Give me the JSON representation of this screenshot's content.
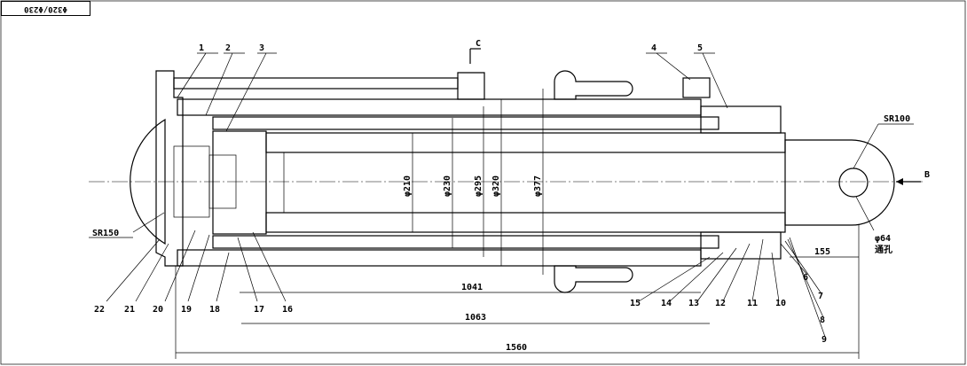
{
  "title_block": {
    "text": "Φ320/Φ230"
  },
  "section_label": "C",
  "view_label": "B",
  "radius_labels": {
    "left_end": "SR150",
    "right_eye": "SR100"
  },
  "eye_hole": {
    "diameter": "φ64",
    "note": "通孔"
  },
  "diameters": [
    "φ210",
    "φ230",
    "φ295",
    "φ320",
    "φ377"
  ],
  "dimensions": {
    "d1041": "1041",
    "d1063": "1063",
    "d1560": "1560",
    "d155": "155"
  },
  "part_numbers": [
    "1",
    "2",
    "3",
    "4",
    "5",
    "6",
    "7",
    "8",
    "9",
    "10",
    "11",
    "12",
    "13",
    "14",
    "15",
    "16",
    "17",
    "18",
    "19",
    "20",
    "21",
    "22"
  ]
}
